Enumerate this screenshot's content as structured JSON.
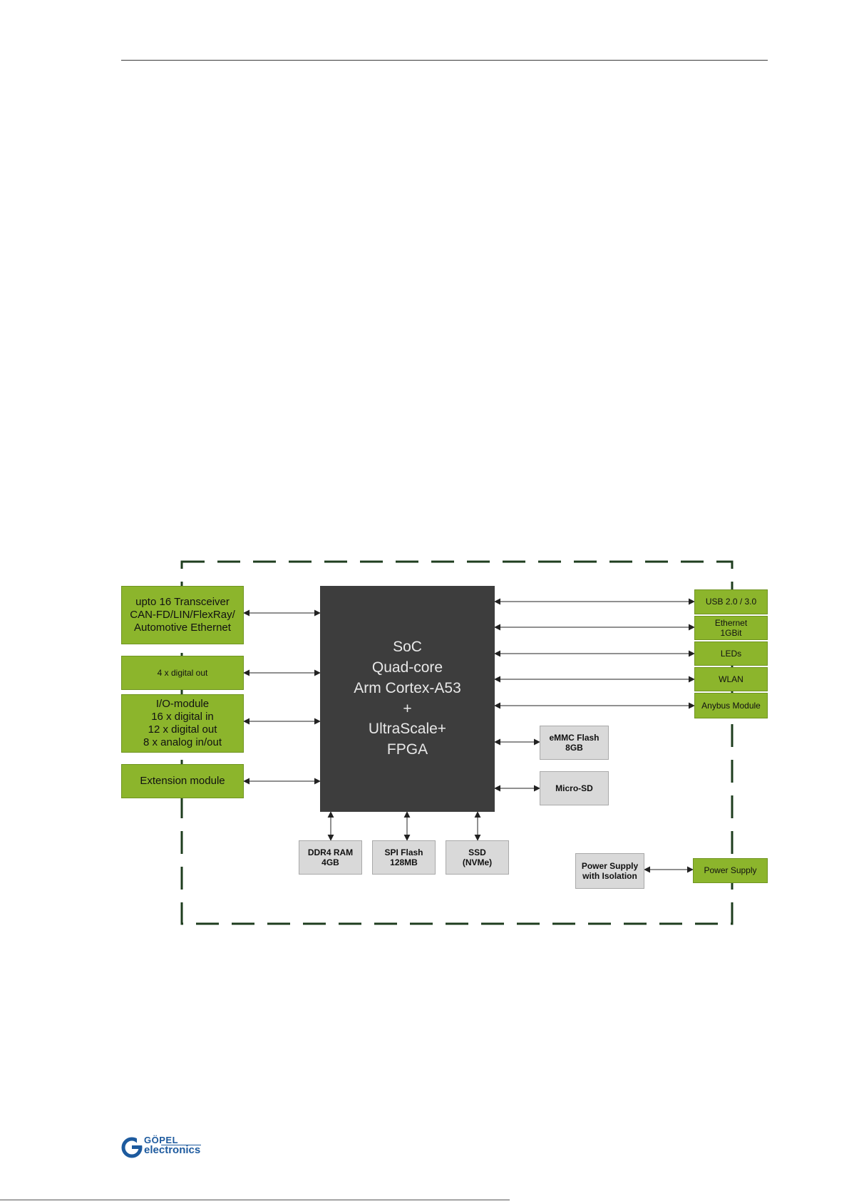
{
  "diagram": {
    "soc": [
      "SoC",
      "Quad-core",
      "Arm Cortex-A53",
      "+",
      "UltraScale+",
      "FPGA"
    ],
    "left_modules": [
      {
        "lines": [
          "upto 16 Transceiver",
          "CAN-FD/LIN/FlexRay/",
          "Automotive Ethernet"
        ]
      },
      {
        "lines": [
          "4 x digital out"
        ]
      },
      {
        "lines": [
          "I/O-module",
          "16 x digital in",
          "12 x digital out",
          "8 x analog in/out"
        ]
      },
      {
        "lines": [
          "Extension module"
        ]
      }
    ],
    "right_interfaces": [
      {
        "lines": [
          "USB 2.0 / 3.0"
        ]
      },
      {
        "lines": [
          "Ethernet",
          "1GBit"
        ]
      },
      {
        "lines": [
          "LEDs"
        ]
      },
      {
        "lines": [
          "WLAN"
        ]
      },
      {
        "lines": [
          "Anybus Module"
        ]
      }
    ],
    "storage_side": [
      {
        "lines": [
          "eMMC Flash",
          "8GB"
        ]
      },
      {
        "lines": [
          "Micro-SD"
        ]
      }
    ],
    "storage_bottom": [
      {
        "lines": [
          "DDR4 RAM",
          "4GB"
        ]
      },
      {
        "lines": [
          "SPI Flash",
          "128MB"
        ]
      },
      {
        "lines": [
          "SSD",
          "(NVMe)"
        ]
      }
    ],
    "power": {
      "internal": {
        "lines": [
          "Power Supply",
          "with Isolation"
        ]
      },
      "external": {
        "lines": [
          "Power Supply"
        ]
      }
    },
    "colors": {
      "module_green": "#8cb52c",
      "soc_dark": "#3d3d3d",
      "storage_grey": "#d9d9d9",
      "boundary_dash": "#1e3d1e"
    }
  },
  "logo": {
    "top": "GÖPEL",
    "bottom": "electronics"
  }
}
